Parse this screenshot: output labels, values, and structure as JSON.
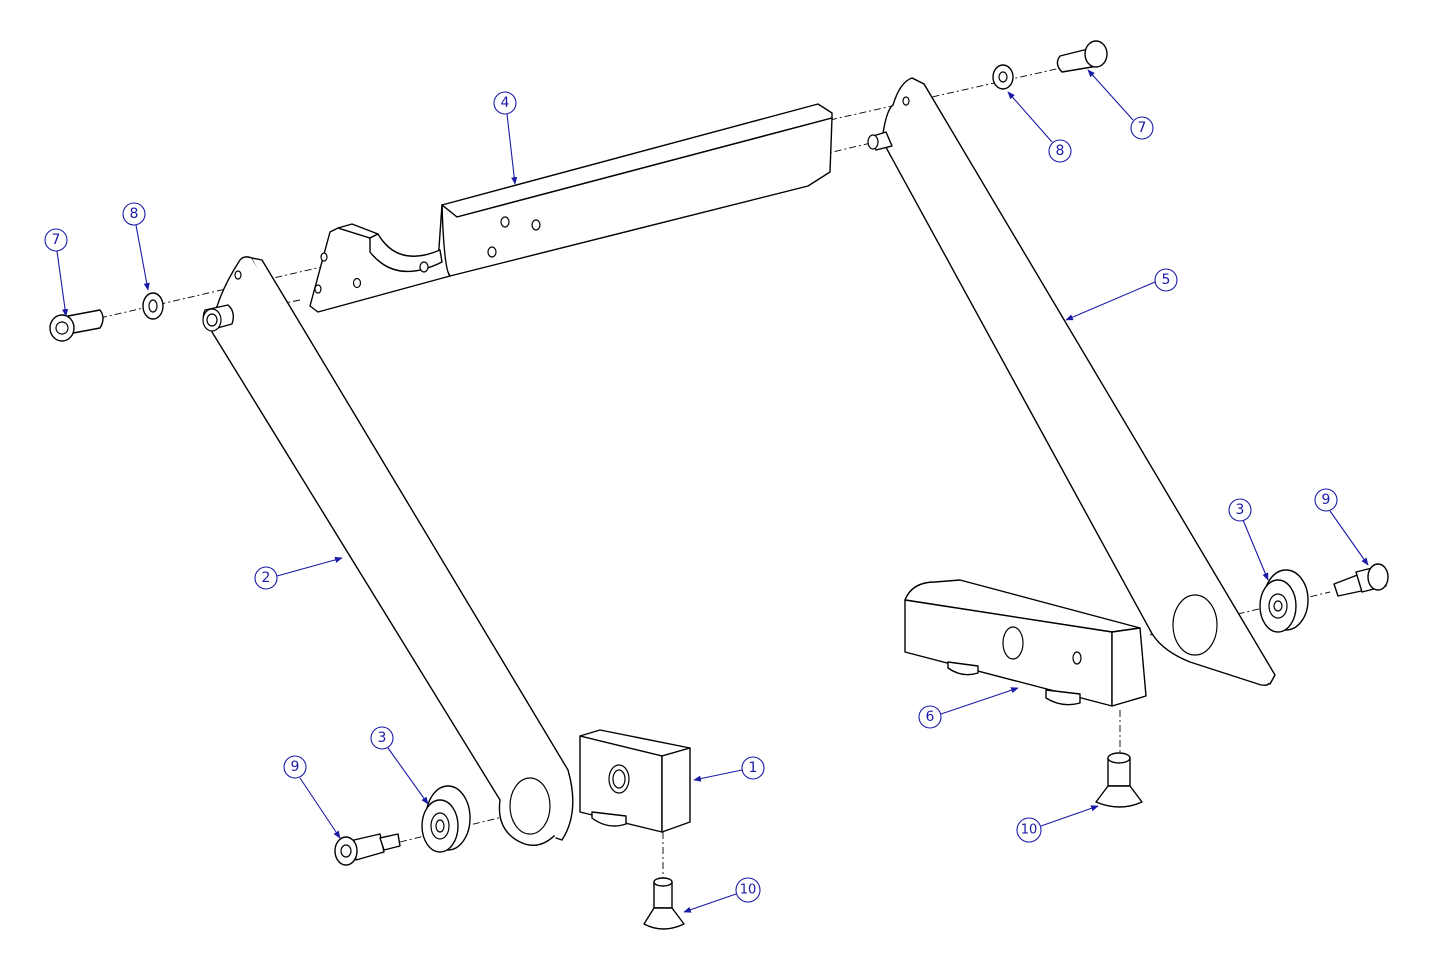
{
  "drawing": {
    "balloons": [
      {
        "id": "b1",
        "label": "1"
      },
      {
        "id": "b2",
        "label": "2"
      },
      {
        "id": "b3a",
        "label": "3"
      },
      {
        "id": "b3b",
        "label": "3"
      },
      {
        "id": "b4",
        "label": "4"
      },
      {
        "id": "b5",
        "label": "5"
      },
      {
        "id": "b6",
        "label": "6"
      },
      {
        "id": "b7a",
        "label": "7"
      },
      {
        "id": "b7b",
        "label": "7"
      },
      {
        "id": "b8a",
        "label": "8"
      },
      {
        "id": "b8b",
        "label": "8"
      },
      {
        "id": "b9a",
        "label": "9"
      },
      {
        "id": "b9b",
        "label": "9"
      },
      {
        "id": "b10a",
        "label": "10"
      },
      {
        "id": "b10b",
        "label": "10"
      }
    ],
    "colors": {
      "balloon": "#1a1aa6",
      "line": "#000000",
      "paper": "#ffffff"
    }
  }
}
